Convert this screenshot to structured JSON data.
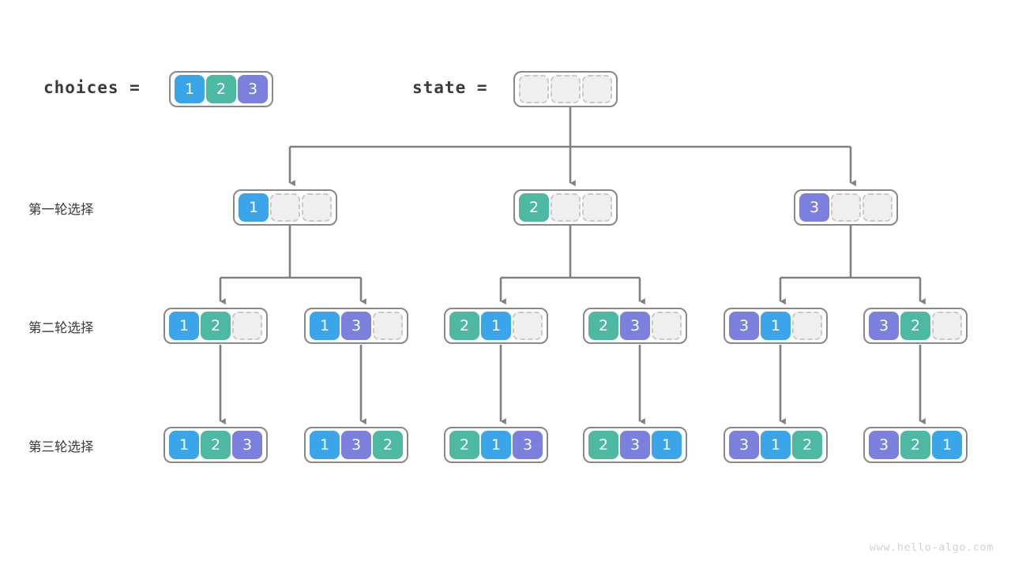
{
  "title_labels": {
    "choices": "choices  =",
    "state": "state  ="
  },
  "row_labels": [
    "第一轮选择",
    "第二轮选择",
    "第三轮选择"
  ],
  "watermark": "www.hello-algo.com",
  "colors": {
    "one": "#3aa5e8",
    "two": "#4eb9a3",
    "three": "#7b80dc",
    "empty_fill": "#efefef",
    "empty_border": "#c9c9c9",
    "node_border": "#888888",
    "wire": "#808080",
    "text": "#3a3a3a",
    "watermark": "#d2d2d2"
  },
  "nodes": {
    "choices": {
      "cells": [
        "1",
        "2",
        "3"
      ]
    },
    "state": {
      "cells": [
        "",
        "",
        ""
      ]
    },
    "round1": [
      {
        "cells": [
          "1",
          "",
          ""
        ]
      },
      {
        "cells": [
          "2",
          "",
          ""
        ]
      },
      {
        "cells": [
          "3",
          "",
          ""
        ]
      }
    ],
    "round2": [
      {
        "cells": [
          "1",
          "2",
          ""
        ]
      },
      {
        "cells": [
          "1",
          "3",
          ""
        ]
      },
      {
        "cells": [
          "2",
          "1",
          ""
        ]
      },
      {
        "cells": [
          "2",
          "3",
          ""
        ]
      },
      {
        "cells": [
          "3",
          "1",
          ""
        ]
      },
      {
        "cells": [
          "3",
          "2",
          ""
        ]
      }
    ],
    "round3": [
      {
        "cells": [
          "1",
          "2",
          "3"
        ]
      },
      {
        "cells": [
          "1",
          "3",
          "2"
        ]
      },
      {
        "cells": [
          "2",
          "1",
          "3"
        ]
      },
      {
        "cells": [
          "2",
          "3",
          "1"
        ]
      },
      {
        "cells": [
          "3",
          "1",
          "2"
        ]
      },
      {
        "cells": [
          "3",
          "2",
          "1"
        ]
      }
    ]
  }
}
